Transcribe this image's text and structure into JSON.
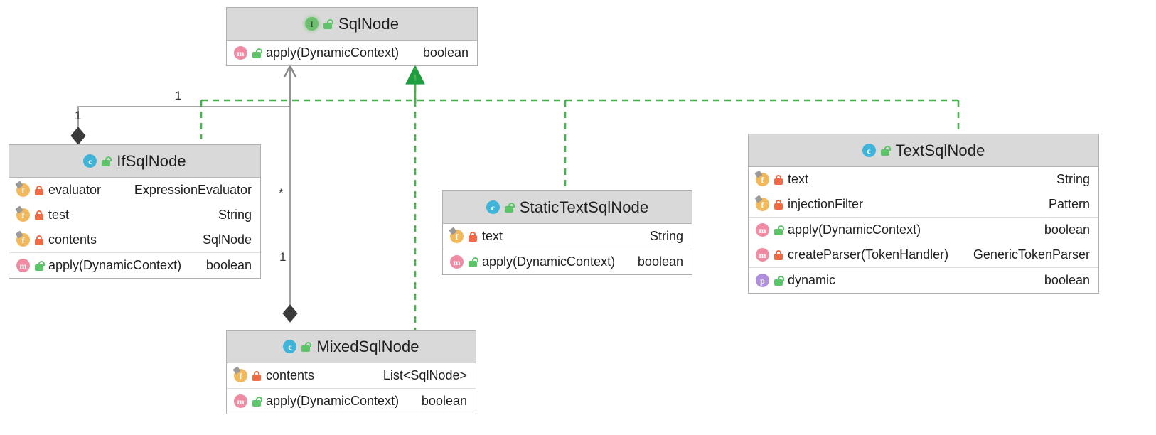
{
  "diagram": {
    "title": "SqlNode class hierarchy",
    "colors": {
      "header_bg": "#d9d9d9",
      "box_border": "#b0b0b0",
      "association_line": "#8a8a8a",
      "realization_line": "#4caf50",
      "interface_icon": "#6cc070",
      "class_icon": "#3fb4d8",
      "method_icon": "#f08ba4",
      "field_icon": "#f2b95c",
      "property_icon": "#b08ede",
      "lock_public": "#5ec46a",
      "lock_private": "#f06a45"
    }
  },
  "nodes": {
    "sqlnode": {
      "name": "SqlNode",
      "stereotype_icon": "interface-icon",
      "visibility_icon": "unlock-public-icon",
      "members": [
        {
          "kind_icon": "method-icon",
          "access_icon": "unlock-public-icon",
          "access": "public",
          "name": "apply(DynamicContext)",
          "type": "boolean"
        }
      ]
    },
    "ifsqlnode": {
      "name": "IfSqlNode",
      "stereotype_icon": "class-icon",
      "visibility_icon": "unlock-public-icon",
      "fields": [
        {
          "kind_icon": "field-icon",
          "access_icon": "lock-private-icon",
          "access": "private",
          "name": "evaluator",
          "type": "ExpressionEvaluator"
        },
        {
          "kind_icon": "field-icon",
          "access_icon": "lock-private-icon",
          "access": "private",
          "name": "test",
          "type": "String"
        },
        {
          "kind_icon": "field-icon",
          "access_icon": "lock-private-icon",
          "access": "private",
          "name": "contents",
          "type": "SqlNode"
        }
      ],
      "methods": [
        {
          "kind_icon": "method-icon",
          "access_icon": "unlock-public-icon",
          "access": "public",
          "name": "apply(DynamicContext)",
          "type": "boolean"
        }
      ]
    },
    "statictextsqlnode": {
      "name": "StaticTextSqlNode",
      "stereotype_icon": "class-icon",
      "visibility_icon": "unlock-public-icon",
      "fields": [
        {
          "kind_icon": "field-icon",
          "access_icon": "lock-private-icon",
          "access": "private",
          "name": "text",
          "type": "String"
        }
      ],
      "methods": [
        {
          "kind_icon": "method-icon",
          "access_icon": "unlock-public-icon",
          "access": "public",
          "name": "apply(DynamicContext)",
          "type": "boolean"
        }
      ]
    },
    "mixedsqlnode": {
      "name": "MixedSqlNode",
      "stereotype_icon": "class-icon",
      "visibility_icon": "unlock-public-icon",
      "fields": [
        {
          "kind_icon": "field-icon",
          "access_icon": "lock-private-icon",
          "access": "private",
          "name": "contents",
          "type": "List<SqlNode>"
        }
      ],
      "methods": [
        {
          "kind_icon": "method-icon",
          "access_icon": "unlock-public-icon",
          "access": "public",
          "name": "apply(DynamicContext)",
          "type": "boolean"
        }
      ]
    },
    "textsqlnode": {
      "name": "TextSqlNode",
      "stereotype_icon": "class-icon",
      "visibility_icon": "unlock-public-icon",
      "fields": [
        {
          "kind_icon": "field-icon",
          "access_icon": "lock-private-icon",
          "access": "private",
          "name": "text",
          "type": "String"
        },
        {
          "kind_icon": "field-icon",
          "access_icon": "lock-private-icon",
          "access": "private",
          "name": "injectionFilter",
          "type": "Pattern"
        }
      ],
      "methods": [
        {
          "kind_icon": "method-icon",
          "access_icon": "unlock-public-icon",
          "access": "public",
          "name": "apply(DynamicContext)",
          "type": "boolean"
        },
        {
          "kind_icon": "method-icon",
          "access_icon": "lock-private-icon",
          "access": "private",
          "name": "createParser(TokenHandler)",
          "type": "GenericTokenParser"
        }
      ],
      "properties": [
        {
          "kind_icon": "property-icon",
          "access_icon": "unlock-public-icon",
          "access": "public",
          "name": "dynamic",
          "type": "boolean"
        }
      ]
    }
  },
  "edges": {
    "ifsqlnode_self_composition": {
      "type": "composition",
      "from": "IfSqlNode",
      "to": "SqlNode",
      "source_multiplicity": "1",
      "target_multiplicity": "1"
    },
    "mixedsqlnode_composition": {
      "type": "composition",
      "from": "MixedSqlNode",
      "to": "SqlNode",
      "source_multiplicity": "1",
      "target_multiplicity": "*"
    },
    "realizations": {
      "type": "realization",
      "to": "SqlNode",
      "from": [
        "IfSqlNode",
        "StaticTextSqlNode",
        "MixedSqlNode",
        "TextSqlNode"
      ]
    }
  },
  "labels": {
    "mult_if_source": "1",
    "mult_if_target": "1",
    "mult_mixed_star": "*",
    "mult_mixed_one": "1"
  }
}
